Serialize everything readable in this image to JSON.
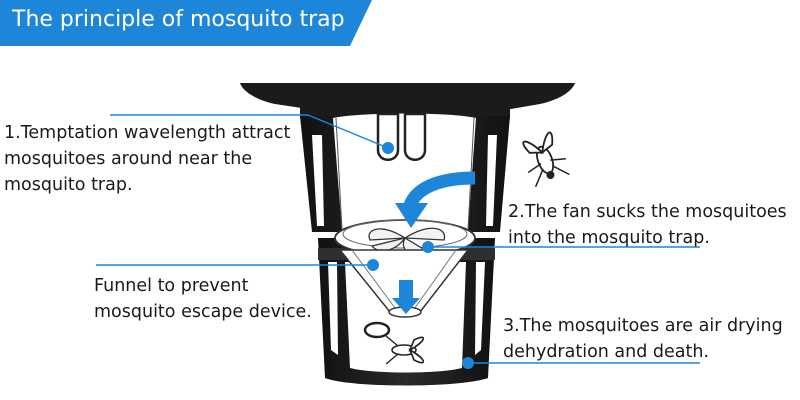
{
  "banner": {
    "title": "The principle of mosquito trap",
    "color": "#1e86d8"
  },
  "accent_color": "#1e86d8",
  "labels": {
    "step1": {
      "line1": "1.Temptation wavelength attract",
      "line2": "mosquitoes around near the",
      "line3": "mosquito trap."
    },
    "step2": {
      "line1": "2.The fan sucks the mosquitoes",
      "line2": "into the mosquito trap."
    },
    "funnel": {
      "line1": "Funnel to prevent",
      "line2": "mosquito escape device."
    },
    "step3": {
      "line1": "3.The mosquitoes are air drying",
      "line2": "dehydration and death."
    }
  },
  "icons": [
    "mosquito-icon",
    "uv-lamp-icon",
    "fan-icon",
    "arrow-icon"
  ]
}
